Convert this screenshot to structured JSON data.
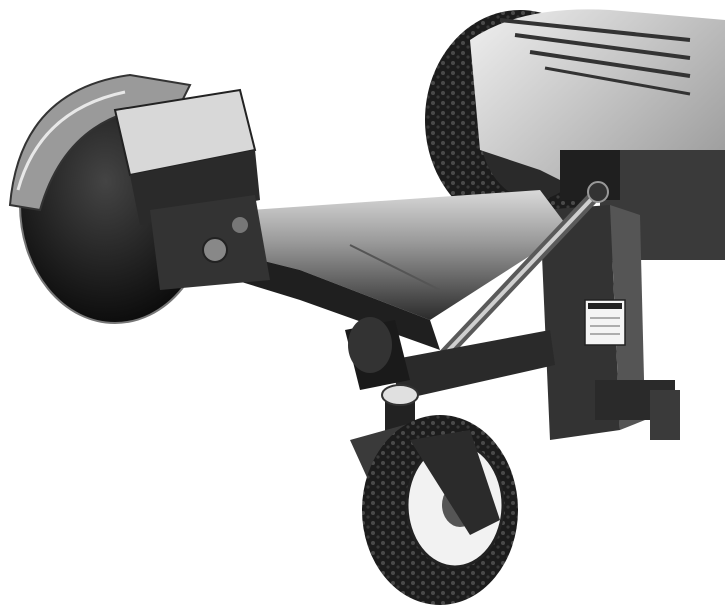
{
  "image": {
    "subject_parts": [
      "tractor-body",
      "rear-tire",
      "three-point-hitch",
      "main-frame-beam",
      "saw-blade",
      "blade-guard",
      "gearbox",
      "lift-link-rod",
      "gauge-wheel",
      "warning-decal"
    ]
  },
  "colors": {
    "background": "#ffffff",
    "dark_metal": "#2a2a2a",
    "mid_metal": "#555555",
    "light_metal": "#bdbdbd",
    "highlight": "#e6e6e6"
  }
}
